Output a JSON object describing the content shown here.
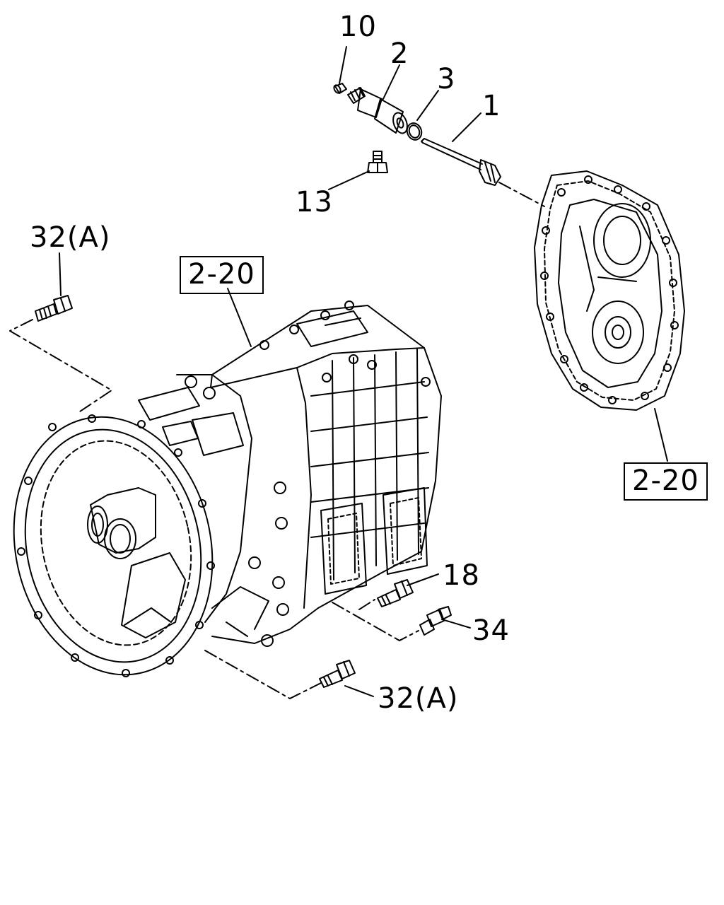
{
  "callouts": {
    "c10": "10",
    "c2": "2",
    "c3": "3",
    "c1": "1",
    "c13": "13",
    "c32a_top": "32(A)",
    "c18": "18",
    "c34": "34",
    "c32a_bottom": "32(A)"
  },
  "refs": {
    "ref_left": "2-20",
    "ref_right": "2-20"
  }
}
